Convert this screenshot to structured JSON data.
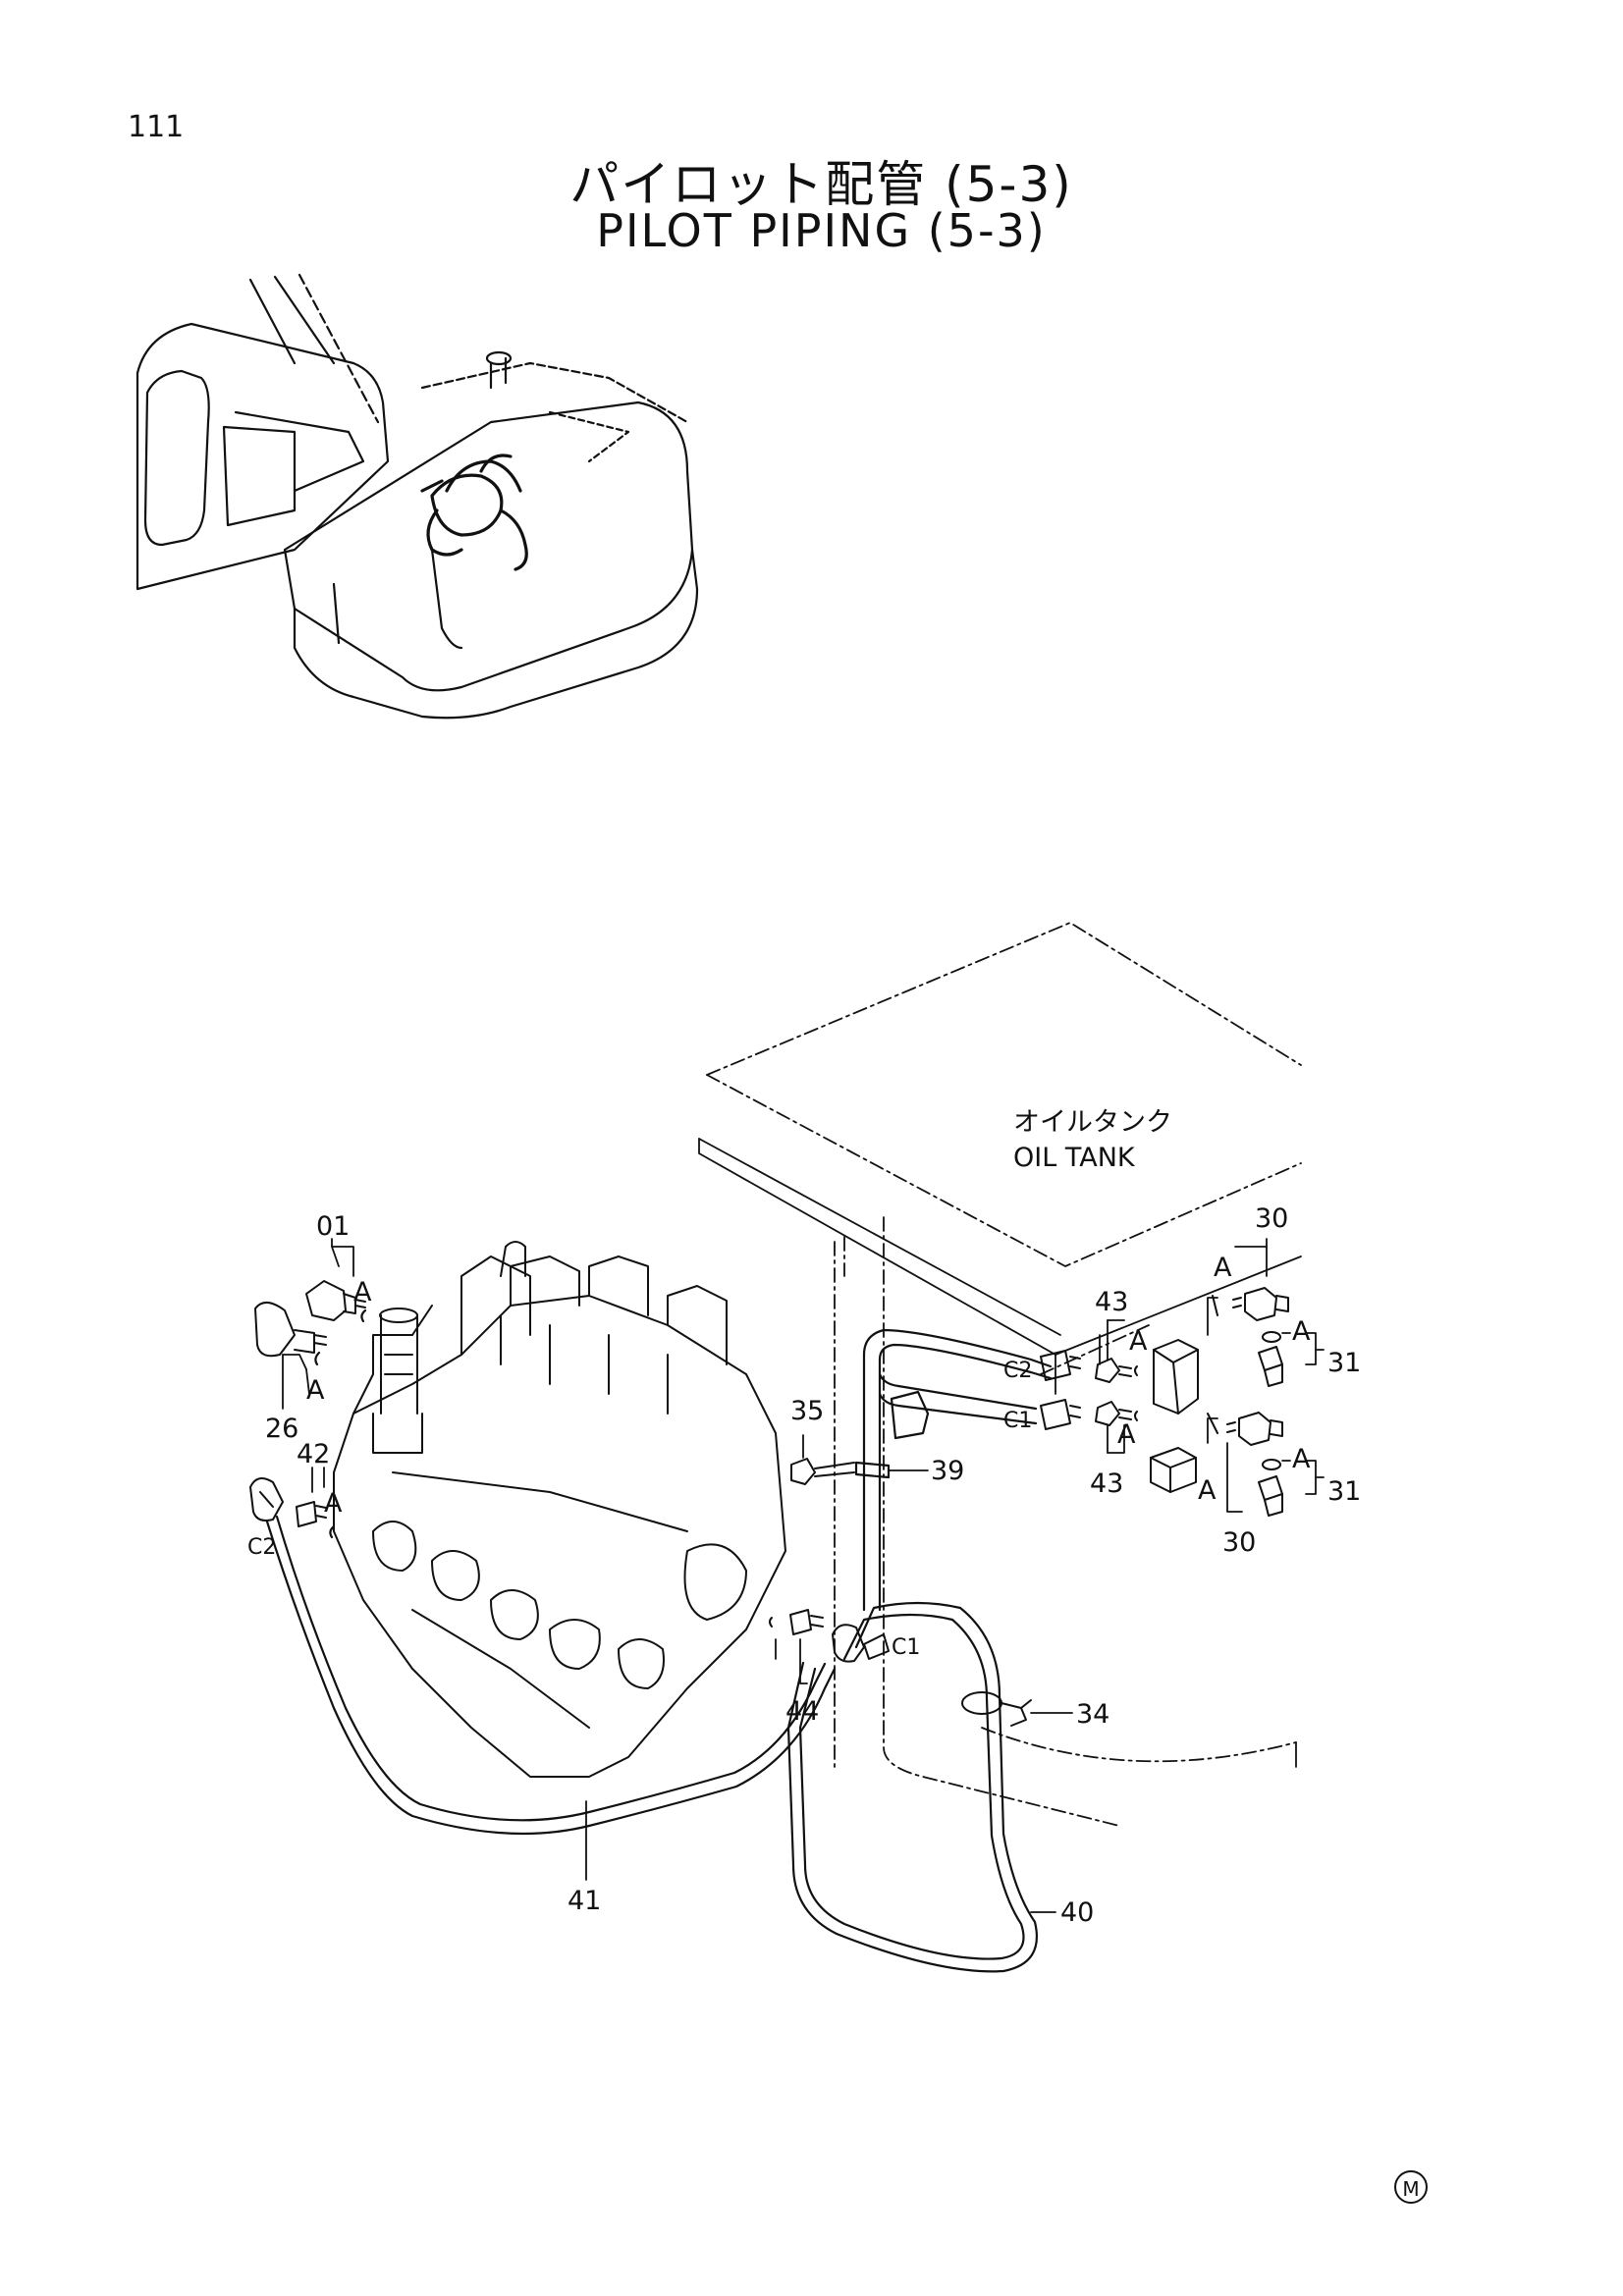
{
  "page_number": "111",
  "title_ja": "パイロット配管 (5-3)",
  "title_en": "PILOT PIPING (5-3)",
  "tank_label_ja": "オイルタンク",
  "tank_label_en": "OIL TANK",
  "callouts": {
    "p01": "01",
    "p26": "26",
    "p30a": "30",
    "p30b": "30",
    "p31a": "31",
    "p31b": "31",
    "p34": "34",
    "p35": "35",
    "p39": "39",
    "p40": "40",
    "p41": "41",
    "p42": "42",
    "p43a": "43",
    "p43b": "43",
    "p44": "44"
  },
  "port_labels": {
    "a": "A",
    "c1": "C1",
    "c2": "C2"
  },
  "corner_mark": "M"
}
